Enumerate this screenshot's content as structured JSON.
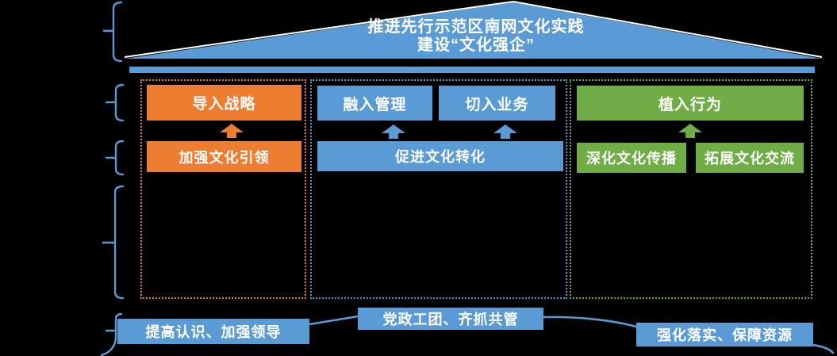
{
  "colors": {
    "accent_blue": "#5B9BD5",
    "accent_orange": "#ED7D31",
    "accent_green": "#70AD47",
    "background": "#000000",
    "text": "#FFFFFF"
  },
  "roof": {
    "line1": "推进先行示范区南网文化实践",
    "line2": "建设“文化强企”"
  },
  "pillars": {
    "strategy": {
      "top": "导入战略",
      "bottom": "加强文化引领"
    },
    "management": {
      "top_left": "融入管理",
      "top_right": "切入业务",
      "bottom": "促进文化转化"
    },
    "behavior": {
      "top": "植入行为",
      "bottom_left": "深化文化传播",
      "bottom_right": "拓展文化交流"
    }
  },
  "footer": {
    "left": "提高认识、加强领导",
    "center": "党政工团、齐抓共管",
    "right": "强化落实、保障资源"
  }
}
